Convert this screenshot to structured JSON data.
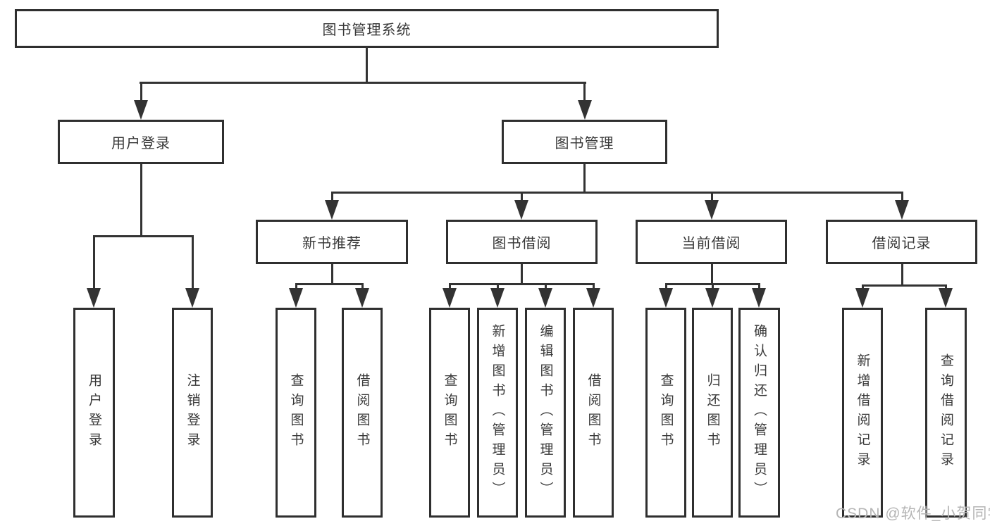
{
  "diagram": {
    "root": {
      "label": "图书管理系统"
    },
    "level2": [
      {
        "label": "用户登录"
      },
      {
        "label": "图书管理"
      }
    ],
    "level3": [
      {
        "label": "新书推荐"
      },
      {
        "label": "图书借阅"
      },
      {
        "label": "当前借阅"
      },
      {
        "label": "借阅记录"
      }
    ],
    "leaves": [
      {
        "label": "用户登录"
      },
      {
        "label": "注销登录"
      },
      {
        "label": "查询图书"
      },
      {
        "label": "借阅图书"
      },
      {
        "label": "查询图书"
      },
      {
        "label": "新增图书（管理员）"
      },
      {
        "label": "编辑图书（管理员）"
      },
      {
        "label": "借阅图书"
      },
      {
        "label": "查询图书"
      },
      {
        "label": "归还图书"
      },
      {
        "label": "确认归还（管理员）"
      },
      {
        "label": "新增借阅记录"
      },
      {
        "label": "查询借阅记录"
      }
    ]
  },
  "watermark": {
    "text": "CSDN @软件_小贺同学"
  },
  "colors": {
    "line": "#333333",
    "box_border": "#2f2f2f",
    "text": "#383838",
    "watermark_text": "#b5b5b5",
    "background": "#ffffff"
  }
}
